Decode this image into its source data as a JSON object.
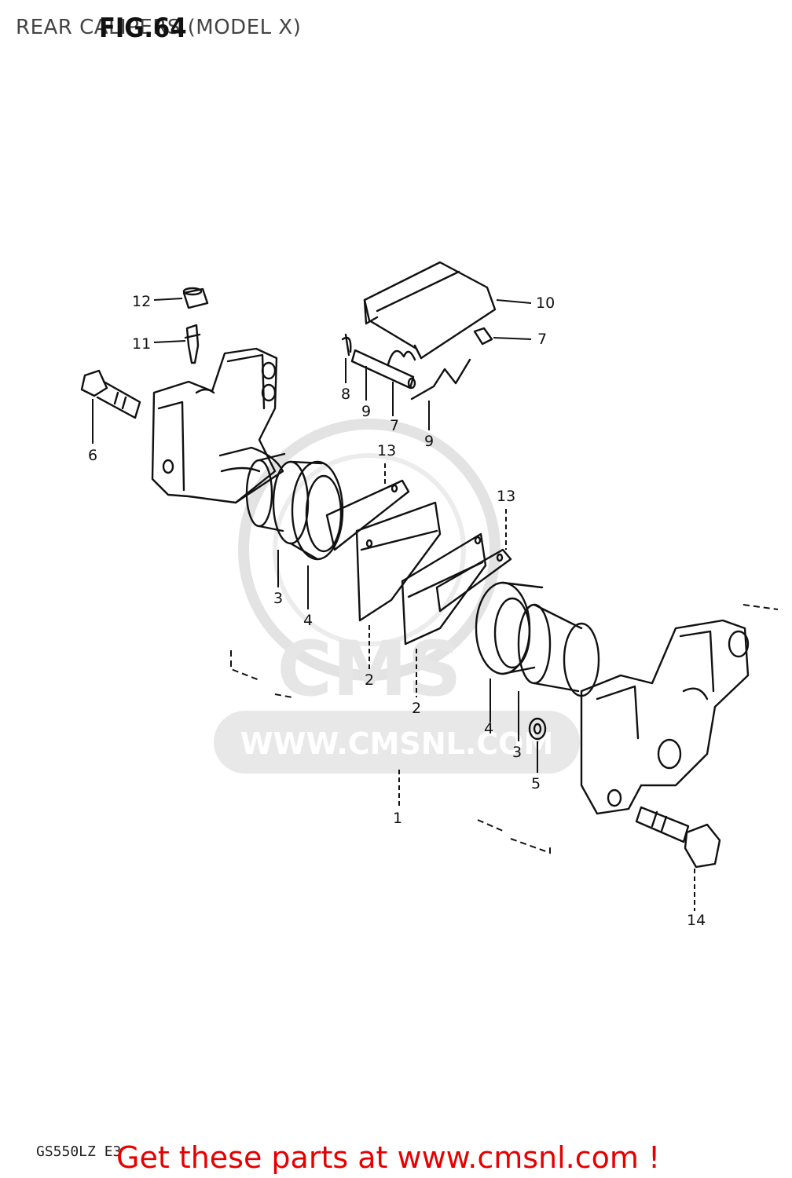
{
  "header": {
    "title": "REAR CALIPERS (MODEL X)",
    "fig_number": "FIG.64"
  },
  "callouts": {
    "c12": "12",
    "c11": "11",
    "c6": "6",
    "c10": "10",
    "c7a": "7",
    "c8": "8",
    "c9a": "9",
    "c7b": "7",
    "c9b": "9",
    "c13a": "13",
    "c13b": "13",
    "c3a": "3",
    "c4a": "4",
    "c2a": "2",
    "c2b": "2",
    "c4b": "4",
    "c3b": "3",
    "c5": "5",
    "c1": "1",
    "c14": "14"
  },
  "watermark": {
    "brand": "CMS",
    "url": "WWW.CMSNL.COM"
  },
  "footer": {
    "model_code": "GS550LZ E3",
    "cta": "Get these parts at www.cmsnl.com !"
  },
  "colors": {
    "line": "#111111",
    "watermark": "#e3e3e3",
    "cta": "#e60000"
  }
}
